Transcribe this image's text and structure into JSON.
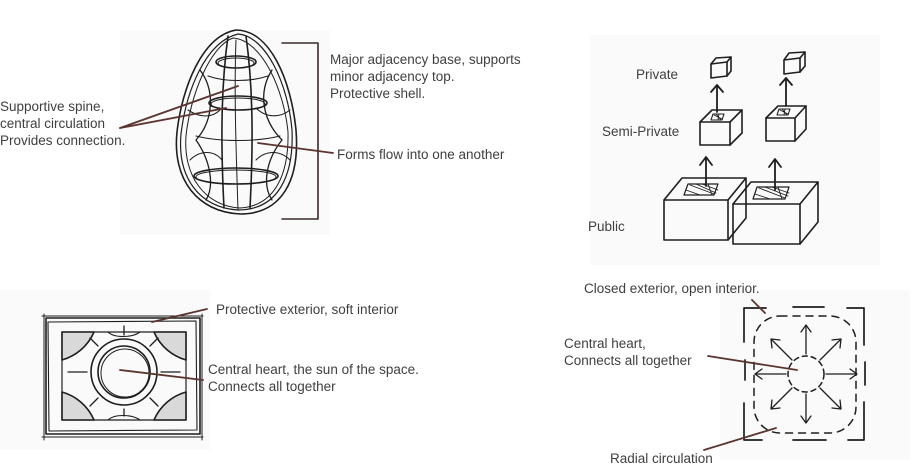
{
  "egg": {
    "bracket_text": {
      "line1": "Major adjacency base, supports",
      "line2": "minor adjacency top.",
      "line3": "Protective shell."
    },
    "spine_text": {
      "line1": "Supportive spine,",
      "line2": "central circulation",
      "line3": "Provides connection."
    },
    "flow_text": "Forms flow into one another"
  },
  "stack": {
    "private_label": "Private",
    "semi_private_label": "Semi-Private",
    "public_label": "Public"
  },
  "square": {
    "exterior_text": "Protective exterior, soft interior",
    "heart_text": {
      "line1": "Central heart, the sun of the space.",
      "line2": "Connects all together"
    }
  },
  "radial": {
    "closed_text": "Closed exterior, open interior.",
    "heart_text": {
      "line1": "Central heart,",
      "line2": "Connects all together"
    },
    "circulation_text": "Radial circulation"
  },
  "colors": {
    "pointer": "#5a3530",
    "ink": "#1e1e1e",
    "text": "#3f3f3f",
    "panel": "#fafafa"
  }
}
